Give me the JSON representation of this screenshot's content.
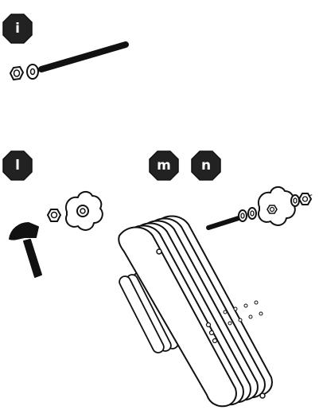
{
  "steps": {
    "i": {
      "label": "i"
    },
    "l": {
      "label": "l"
    },
    "m": {
      "label": "m"
    },
    "n": {
      "label": "n"
    }
  },
  "colors": {
    "badge_fill": "#222222",
    "badge_text": "#ffffff",
    "line": "#111111",
    "background": "#ffffff"
  },
  "icons": [
    "threaded-rod-icon",
    "washer-icon",
    "nut-icon",
    "star-knob-icon",
    "hammer-icon",
    "stacked-slotted-plates-icon",
    "dashed-axis-icon"
  ]
}
